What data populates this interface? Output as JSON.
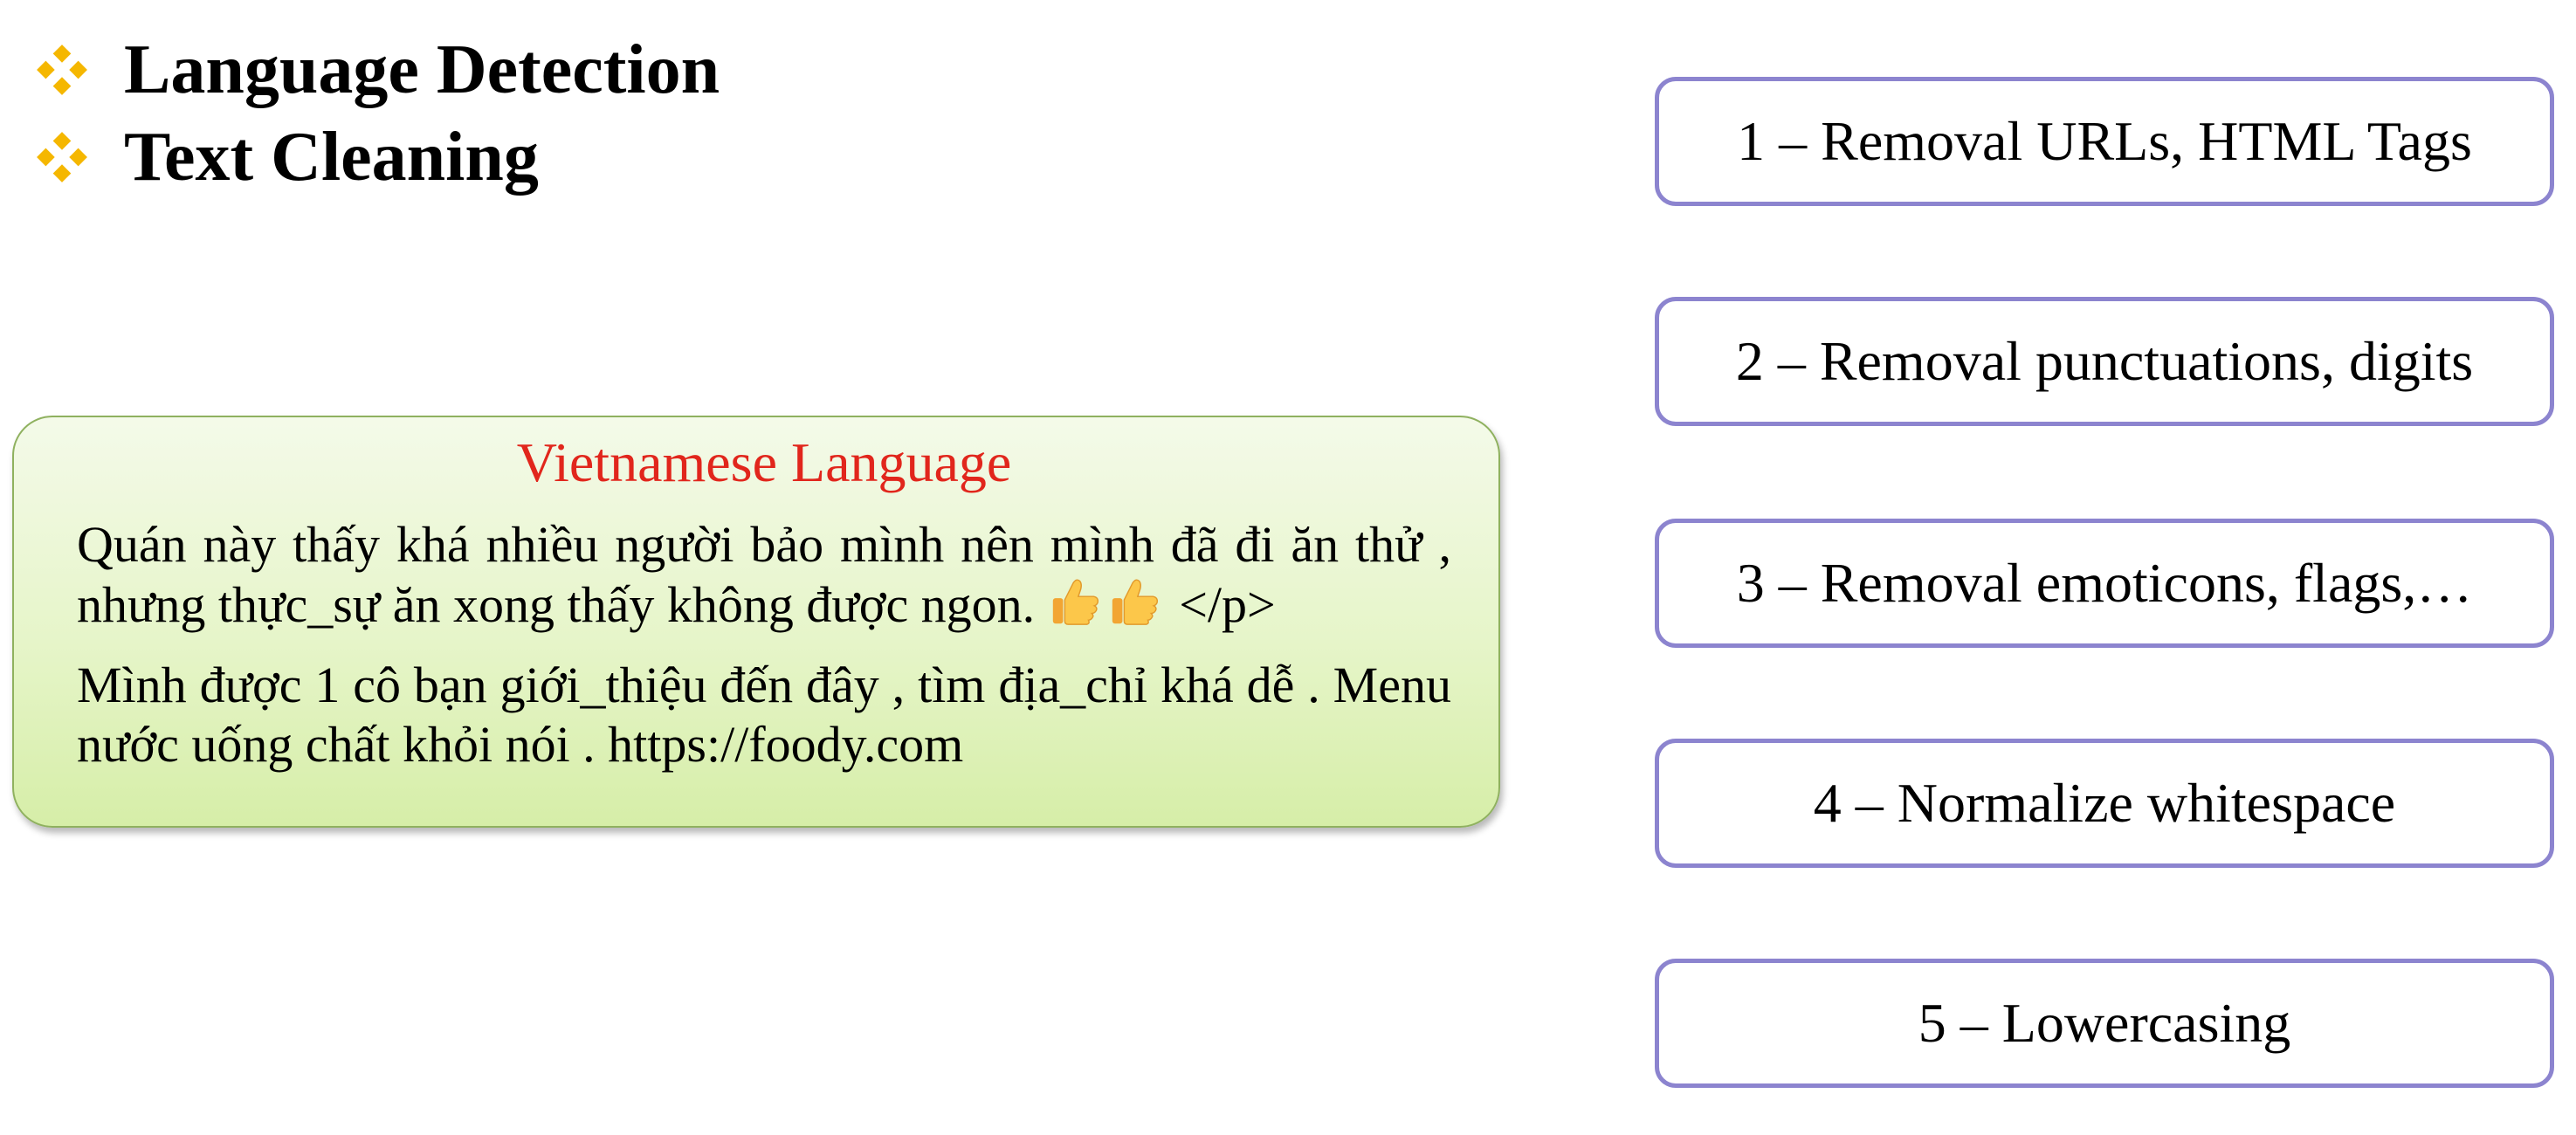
{
  "bullets": [
    {
      "label": "Language Detection",
      "icon": "diamond-bullet-icon"
    },
    {
      "label": "Text Cleaning",
      "icon": "diamond-bullet-icon"
    }
  ],
  "example": {
    "title": "Vietnamese Language",
    "paragraph1": "Quán này thấy khá nhiều người bảo mình nên mình đã đi ăn thử , nhưng thực_sự ăn xong thấy không được ngon.",
    "emoji": [
      "thumbs-up-icon",
      "thumbs-up-icon"
    ],
    "paragraph1_tail": "</p>",
    "paragraph2": "Mình được 1 cô bạn giới_thiệu đến đây , tìm địa_chỉ khá dễ . Menu nước uống chất khỏi nói . https://foody.com"
  },
  "steps": [
    {
      "label": "1 – Removal URLs, HTML Tags"
    },
    {
      "label": "2 – Removal punctuations, digits"
    },
    {
      "label": "3 – Removal emoticons, flags,…"
    },
    {
      "label": "4 – Normalize whitespace"
    },
    {
      "label": "5 – Lowercasing"
    }
  ],
  "colors": {
    "bullet": "#f5b700",
    "title": "#e1261c",
    "panel_border": "#8fb15f",
    "panel_fill": "#e6f5c9",
    "step_border": "#8c84cf"
  }
}
